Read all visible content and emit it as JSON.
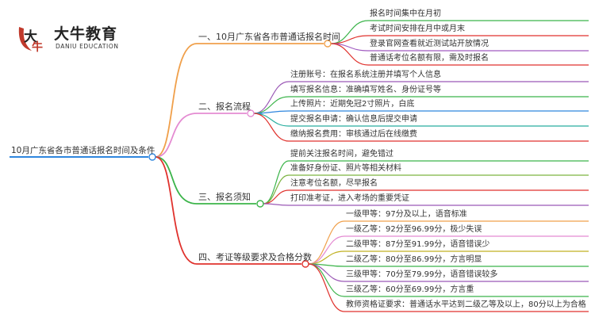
{
  "logo": {
    "title": "大牛教育",
    "subtitle": "DANIU EDUCATION",
    "mark_chars": [
      "大",
      "牛"
    ]
  },
  "root": {
    "label": "10月广东省各市普通话报名时间及条件"
  },
  "branches": [
    {
      "label": "一、10月广东省各市普通话报名时间",
      "color": "#F0A04B",
      "children": [
        {
          "label": "报名时间集中在月初",
          "color": "#3BB44A"
        },
        {
          "label": "考试时间安排在月中或月末",
          "color": "#E0322D"
        },
        {
          "label": "登录官网查看就近测试站开放情况",
          "color": "#A05BC0"
        },
        {
          "label": "普通话考位名额有限，需及时报名",
          "color": "#E0322D"
        }
      ]
    },
    {
      "label": "二、报名流程",
      "color": "#E48BD2",
      "children": [
        {
          "label": "注册账号：在报名系统注册并填写个人信息",
          "color": "#9B59B6"
        },
        {
          "label": "填写报名信息：准确填写姓名、身份证号等",
          "color": "#3BB44A"
        },
        {
          "label": "上传照片：近期免冠2寸照片，白底",
          "color": "#2E86DE"
        },
        {
          "label": "提交报名申请：确认信息后提交申请",
          "color": "#27AE9F"
        },
        {
          "label": "缴纳报名费用：审核通过后在线缴费",
          "color": "#E0322D"
        }
      ]
    },
    {
      "label": "三、报名须知",
      "color": "#3BB44A",
      "children": [
        {
          "label": "提前关注报名时间，避免错过",
          "color": "#3BB44A"
        },
        {
          "label": "准备好身份证、照片等相关材料",
          "color": "#7CB342"
        },
        {
          "label": "注意考位名额，尽早报名",
          "color": "#E0322D"
        },
        {
          "label": "打印准考证，进入考场的重要凭证",
          "color": "#9B59B6"
        }
      ]
    },
    {
      "label": "四、考证等级要求及合格分数",
      "color": "#E0322D",
      "children": [
        {
          "label": "一级甲等：97分及以上，语音标准",
          "color": "#F0A04B"
        },
        {
          "label": "一级乙等：92分至96.99分，极少失误",
          "color": "#E48BD2"
        },
        {
          "label": "二级甲等：87分至91.99分，语音错误少",
          "color": "#C0B020"
        },
        {
          "label": "二级乙等：80分至86.99分，方言明显",
          "color": "#3BB44A"
        },
        {
          "label": "三级甲等：70分至79.99分，语音错误较多",
          "color": "#9B59B6"
        },
        {
          "label": "三级乙等：60分至69.99分，方言重",
          "color": "#3BB44A"
        },
        {
          "label": "教师资格证要求：普通话水平达到二级乙等及以上，80分以上为合格",
          "color": "#E0322D"
        }
      ]
    }
  ]
}
